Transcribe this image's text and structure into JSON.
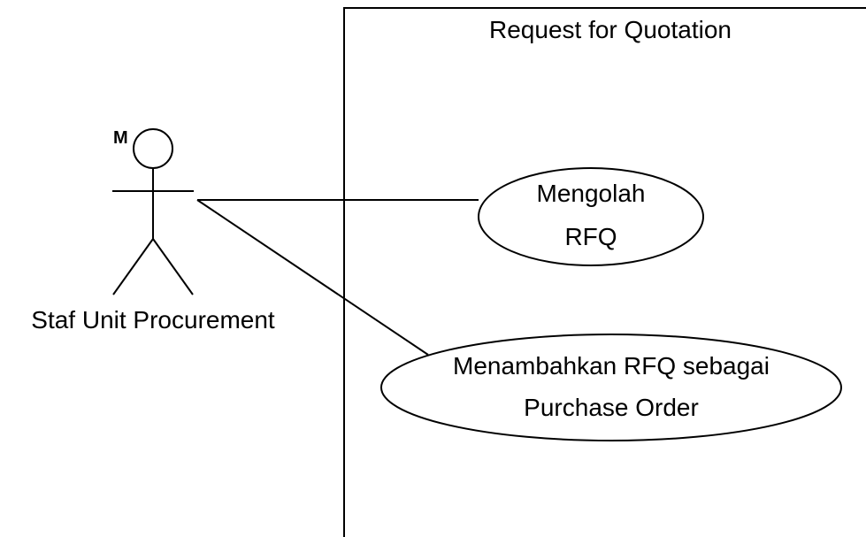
{
  "diagram": {
    "type": "use-case",
    "system": {
      "title": "Request for Quotation"
    },
    "actor": {
      "marker": "M",
      "name": "Staf Unit Procurement"
    },
    "use_cases": [
      {
        "line1": "Mengolah",
        "line2": "RFQ"
      },
      {
        "line1": "Menambahkan RFQ sebagai",
        "line2": "Purchase Order"
      }
    ],
    "colors": {
      "stroke": "#000000",
      "background": "#ffffff"
    }
  }
}
